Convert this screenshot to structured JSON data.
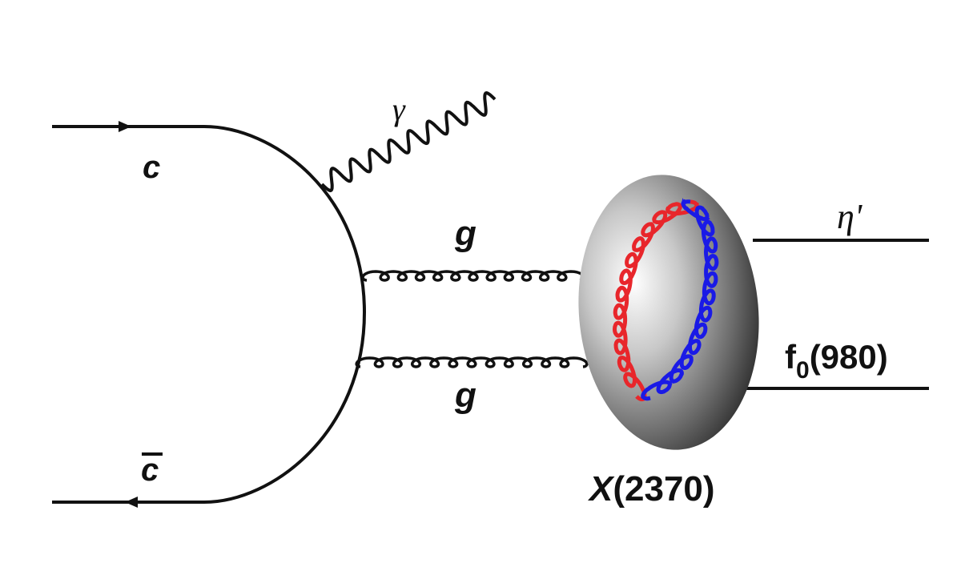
{
  "diagram": {
    "labels": {
      "quark": "c",
      "antiquark": "c",
      "photon": "γ",
      "gluon_top": "g",
      "gluon_bottom": "g",
      "eta_prime": "η'",
      "f0_main": "f",
      "f0_sub": "0",
      "f0_mass": "(980)",
      "x_letter": "X",
      "x_mass": "(2370)"
    },
    "colors": {
      "line": "#111111",
      "gluon_red": "#e8262b",
      "gluon_blue": "#1a1ae6",
      "blob_light": "#ffffff",
      "blob_dark": "#2a2a2a"
    }
  }
}
